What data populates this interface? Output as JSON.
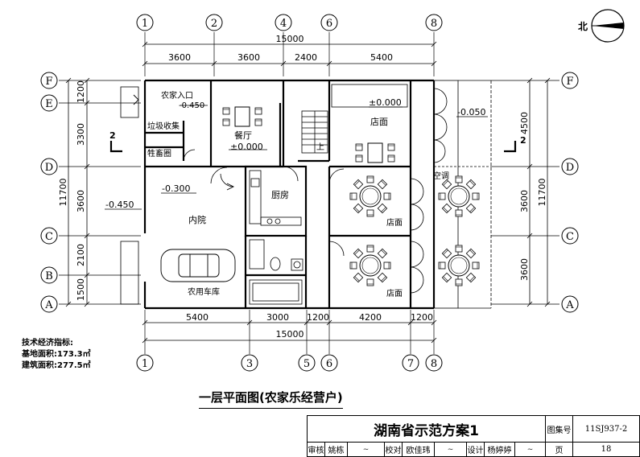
{
  "north_label": "北",
  "axes_top": [
    "1",
    "2",
    "4",
    "6",
    "8"
  ],
  "axes_bottom": [
    "1",
    "3",
    "5",
    "6",
    "7",
    "8"
  ],
  "axes_left": [
    "F",
    "E",
    "D",
    "C",
    "B",
    "A"
  ],
  "axes_right": [
    "F",
    "D",
    "C",
    "A"
  ],
  "dims_top": {
    "total": "15000",
    "segments": [
      "3600",
      "3600",
      "2400",
      "5400"
    ]
  },
  "dims_bottom": {
    "total": "15000",
    "segments": [
      "5400",
      "3000",
      "1200",
      "4200",
      "1200"
    ]
  },
  "dims_left": {
    "total": "11700",
    "segments": [
      "1200",
      "3300",
      "3600",
      "2100",
      "1500"
    ]
  },
  "dims_right": {
    "total": "11700",
    "segments": [
      "4500",
      "3600",
      "3600"
    ]
  },
  "section_mark": "2",
  "rooms": {
    "entrance": "农家入口",
    "entrance_level": "-0.450",
    "garbage": "垃圾收集",
    "livestock": "牲畜圈",
    "dining": "餐厅",
    "dining_level": "±0.000",
    "stair_up": "上",
    "shop_top": "店面",
    "shop_top_level": "±0.000",
    "porch_level": "-0.050",
    "ac": "空调",
    "courtyard": "内院",
    "courtyard_level": "-0.300",
    "left_level": "-0.450",
    "kitchen": "厨房",
    "shop_mid": "店面",
    "shop_bottom": "店面",
    "garage": "农用车库"
  },
  "stats": {
    "heading": "技术经济指标:",
    "base_area": "基地面积:173.3㎡",
    "building_area": "建筑面积:277.5㎡"
  },
  "plan_title": "一层平面图(农家乐经营户)",
  "title_block": {
    "project": "湖南省示范方案1",
    "atlas_label": "图集号",
    "atlas_no": "11SJ937-2",
    "review": "审核",
    "reviewer": "姚栋",
    "check": "校对",
    "checker": "欧佳玮",
    "design": "设计",
    "designer": "杨婷婷",
    "page_label": "页",
    "page_no": "18"
  }
}
